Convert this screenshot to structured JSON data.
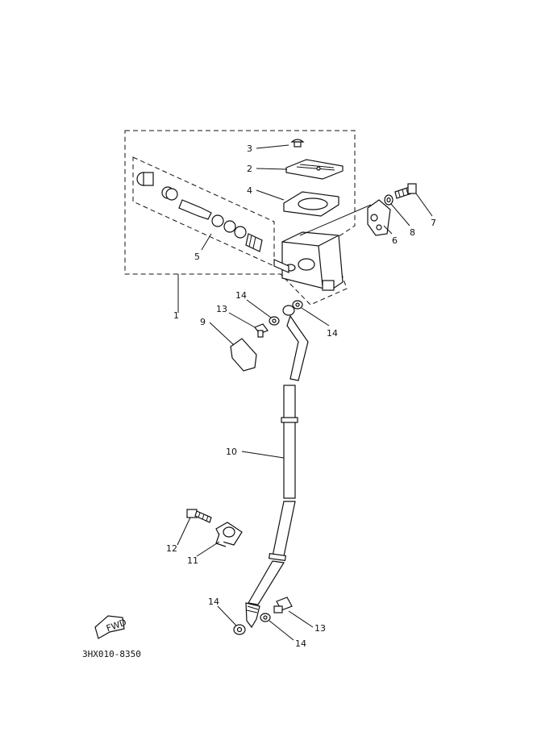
{
  "callouts": [
    {
      "id": "c1",
      "text": "1"
    },
    {
      "id": "c2",
      "text": "2"
    },
    {
      "id": "c3",
      "text": "3"
    },
    {
      "id": "c4",
      "text": "4"
    },
    {
      "id": "c5",
      "text": "5"
    },
    {
      "id": "c6",
      "text": "6"
    },
    {
      "id": "c7",
      "text": "7"
    },
    {
      "id": "c8",
      "text": "8"
    },
    {
      "id": "c9",
      "text": "9"
    },
    {
      "id": "c10",
      "text": "10"
    },
    {
      "id": "c11",
      "text": "11"
    },
    {
      "id": "c12",
      "text": "12"
    },
    {
      "id": "c13a",
      "text": "13"
    },
    {
      "id": "c13b",
      "text": "13"
    },
    {
      "id": "c14a",
      "text": "14"
    },
    {
      "id": "c14b",
      "text": "14"
    },
    {
      "id": "c14c",
      "text": "14"
    },
    {
      "id": "c14d",
      "text": "14"
    }
  ],
  "fwd_arrow": {
    "text": "FWD"
  },
  "diagram_code": "3HX010-8350"
}
